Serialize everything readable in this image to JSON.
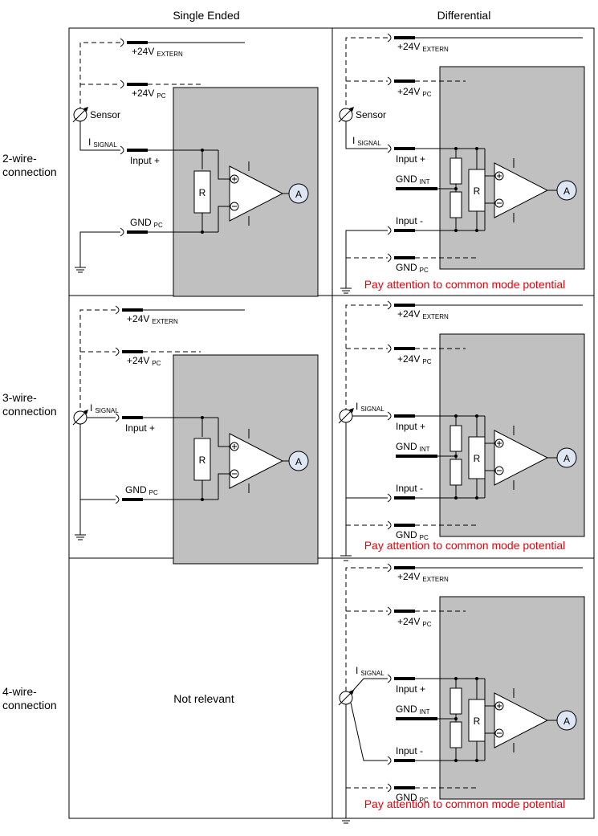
{
  "headers": {
    "single_ended": "Single Ended",
    "differential": "Differential"
  },
  "rows": {
    "two_wire": "2-wire-\nconnection",
    "three_wire": "3-wire-\nconnection",
    "four_wire": "4-wire-\nconnection"
  },
  "labels": {
    "v24": "+24V",
    "extern_sub": "EXTERN",
    "pc_sub": "PC",
    "gnd": "GND",
    "int_sub": "INT",
    "sensor": "Sensor",
    "i": "I",
    "signal_sub": "SIGNAL",
    "input_plus": "Input +",
    "input_minus": "Input -",
    "resistor": "R",
    "ammeter": "A"
  },
  "not_relevant": "Not relevant",
  "warning": "Pay attention to common mode potential",
  "colors": {
    "warning": "#e8000b",
    "box_fill": "#c0c0c0",
    "meter_fill": "#dde6f2"
  }
}
